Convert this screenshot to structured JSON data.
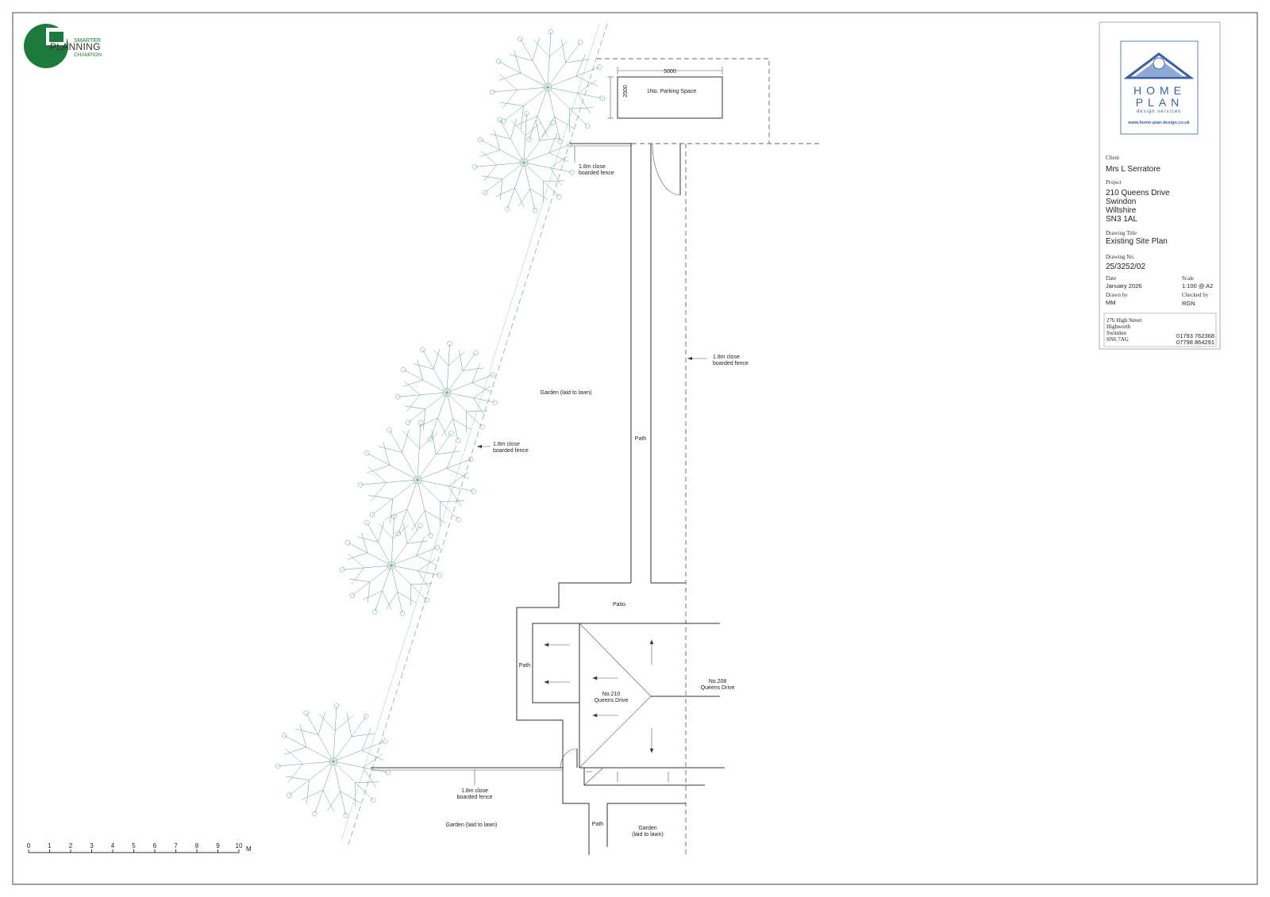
{
  "logo_left": {
    "line1": "SMARTER",
    "line2": "PLANNING",
    "line3": "CHAMPION",
    "color": "#1e7a3c"
  },
  "logo_right": {
    "line1": "HOME",
    "line2": "PLAN",
    "line3": "design services",
    "url": "www.home-plan-design.co.uk",
    "color": "#3a5fa8"
  },
  "title_block": {
    "client_caption": "Client",
    "client": "Mrs L Serratore",
    "project_caption": "Project",
    "project_lines": [
      "210 Queens Drive",
      "Swindon",
      "Wiltshire",
      "SN3 1AL"
    ],
    "drawing_title_caption": "Drawing Title",
    "drawing_title": "Existing Site Plan",
    "drawing_no_caption": "Drawing No.",
    "drawing_no": "25/3252/02",
    "date_caption": "Date",
    "date": "January 2026",
    "scale_caption": "Scale",
    "scale": "1:100 @ A2",
    "drawn_by_caption": "Drawn by",
    "drawn_by": "MM",
    "checked_by_caption": "Checked by",
    "checked_by": "RGN",
    "address_lines": [
      "27b High Street",
      "Highworth",
      "Swindon",
      "SN6 7AG"
    ],
    "phones": [
      "01793 762368",
      "07798 864291"
    ]
  },
  "plan": {
    "parking_width": "5000",
    "parking_depth": "2500",
    "parking_label": "1No. Parking Space",
    "fence_label_1": "1.8m close",
    "fence_label_2": "boarded fence",
    "garden_lawn": "Garden (laid to lawn)",
    "garden_word": "Garden",
    "laid_to_lawn": "(laid to lawn)",
    "path": "Path",
    "patio": "Patio",
    "house_210_1": "No.210",
    "house_210_2": "Queens Drive",
    "house_208_1": "No.208",
    "house_208_2": "Queens Drive"
  },
  "scale_bar": {
    "ticks": [
      "0",
      "1",
      "2",
      "3",
      "4",
      "5",
      "6",
      "7",
      "8",
      "9",
      "10"
    ],
    "unit": "M"
  }
}
